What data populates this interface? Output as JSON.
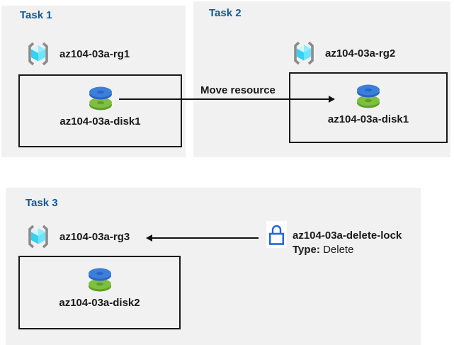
{
  "colors": {
    "panel_bg": "#f1f1f1",
    "heading_blue": "#0b5a9d",
    "text": "#1a1a1a",
    "arrow": "#111111",
    "lock_blue": "#2066e0",
    "disk_blue_top": "#3b7fd9",
    "disk_blue_side": "#2a63c9",
    "disk_green_top": "#7fbf3f",
    "disk_green_side": "#5f9f24",
    "cube_cyan": "#50e6ff",
    "bracket_gray": "#8b8b8b"
  },
  "icons": {
    "resource_group": "azure-resource-group-icon",
    "disk": "azure-managed-disk-icon",
    "lock": "lock-icon"
  },
  "task1": {
    "title": "Task 1",
    "resource_group": "az104-03a-rg1",
    "resource": "az104-03a-disk1"
  },
  "task2": {
    "title": "Task 2",
    "resource_group": "az104-03a-rg2",
    "resource": "az104-03a-disk1"
  },
  "task3": {
    "title": "Task 3",
    "resource_group": "az104-03a-rg3",
    "resource": "az104-03a-disk2",
    "lock": {
      "name": "az104-03a-delete-lock",
      "type_label": "Type:",
      "type_value": "Delete"
    }
  },
  "arrows": {
    "move_label": "Move resource"
  }
}
